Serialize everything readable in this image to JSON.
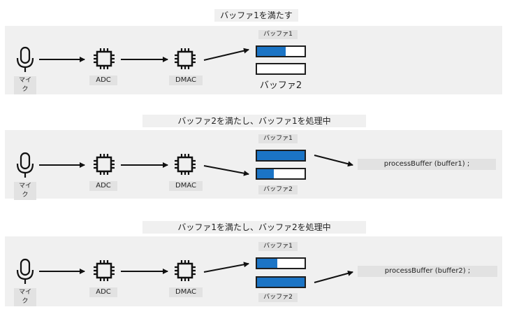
{
  "colors": {
    "panel": "#f0f0f0",
    "label_bg": "#e2e2e2",
    "fill": "#1b74c5",
    "ink": "#1e1e1e"
  },
  "icons": {
    "mic": "microphone-icon",
    "chip": "chip-icon"
  },
  "labels": {
    "mic": "マイク",
    "adc": "ADC",
    "dmac": "DMAC"
  },
  "scenes": [
    {
      "title": "バッファ1を満たす",
      "buffer1_label": "バッファ1",
      "buffer2_label": "バッファ2",
      "buffer1_fill": 0.6,
      "buffer2_fill": 0.0,
      "call": ""
    },
    {
      "title": "バッファ2を満たし、バッファ1を処理中",
      "buffer1_label": "バッファ1",
      "buffer2_label": "バッファ2",
      "buffer1_fill": 1.0,
      "buffer2_fill": 0.35,
      "call": "processBuffer (buffer1) ;"
    },
    {
      "title": "バッファ1を満たし、バッファ2を処理中",
      "buffer1_label": "バッファ1",
      "buffer2_label": "バッファ2",
      "buffer1_fill": 0.42,
      "buffer2_fill": 1.0,
      "call": "processBuffer (buffer2) ;"
    }
  ]
}
